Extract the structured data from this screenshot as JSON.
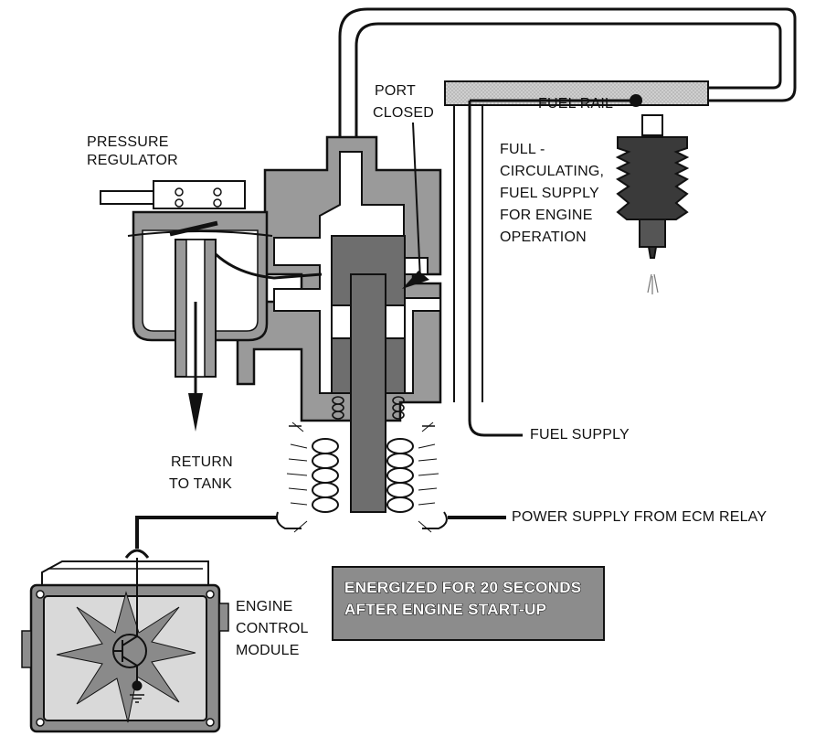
{
  "labels": {
    "pressure_regulator": [
      "PRESSURE",
      "REGULATOR"
    ],
    "port_closed": [
      "PORT",
      "CLOSED"
    ],
    "fuel_rail": "FUEL RAIL",
    "full_circulating": [
      "FULL -",
      "CIRCULATING,",
      "FUEL SUPPLY",
      "FOR ENGINE",
      "OPERATION"
    ],
    "fuel_supply": "FUEL SUPPLY",
    "return_to_tank": [
      "RETURN",
      "TO TANK"
    ],
    "power_supply": "POWER SUPPLY FROM ECM RELAY",
    "ecm": [
      "ENGINE",
      "CONTROL",
      "MODULE"
    ],
    "banner": [
      "ENERGIZED FOR 20 SECONDS",
      "AFTER ENGINE START-UP"
    ]
  },
  "colors": {
    "line": "#111111",
    "gray_fill": "#9a9a9a",
    "light_gray": "#c8c8c8",
    "banner_fill": "#8c8c8c"
  }
}
